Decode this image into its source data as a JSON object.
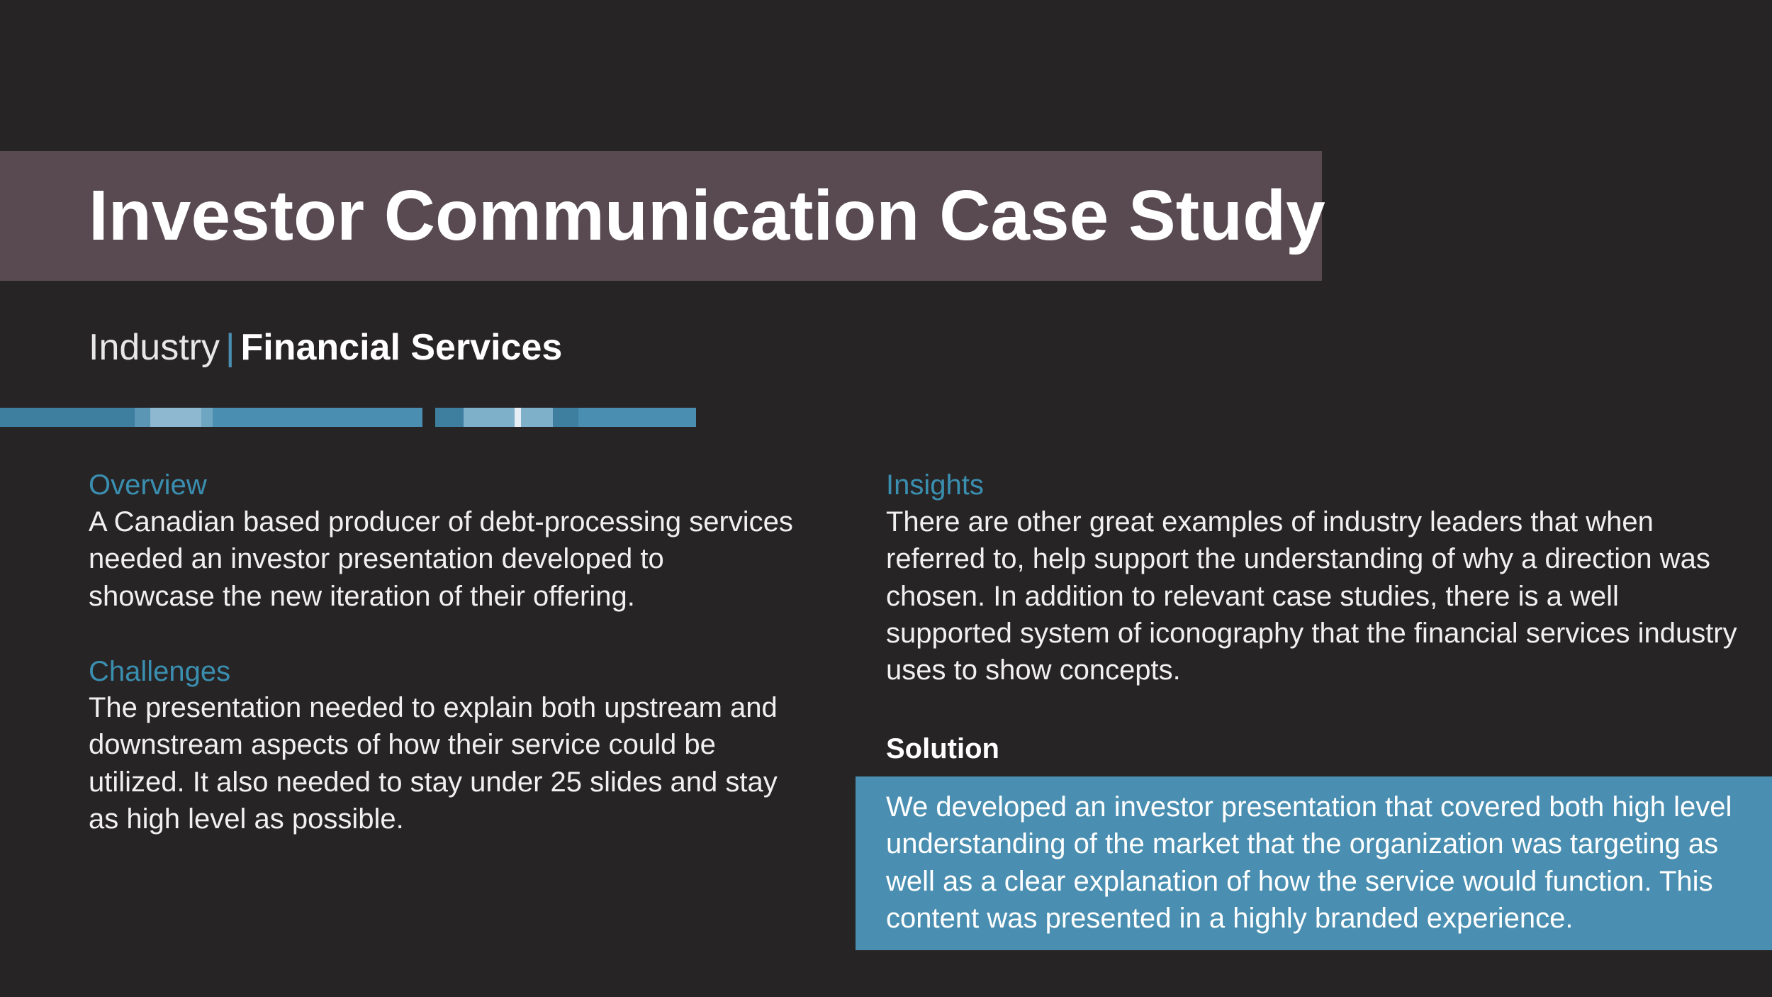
{
  "slide": {
    "title": "Investor Communication Case Study",
    "industry_label": "Industry",
    "industry_separator": "|",
    "industry_value": "Financial Services"
  },
  "colors": {
    "background": "#272425",
    "title_band": "#594a51",
    "accent_blue": "#4a8fb1",
    "section_heading": "#3a8fb0"
  },
  "overview": {
    "heading": "Overview",
    "lines": [
      "A Canadian based producer of debt-processing services",
      "needed an investor presentation developed to",
      "showcase the new iteration of their offering."
    ]
  },
  "challenges": {
    "heading": "Challenges",
    "lines": [
      "The presentation needed to explain both upstream and",
      "downstream aspects of how their service could be",
      "utilized. It also needed to stay under 25 slides and stay",
      "as high level as possible."
    ]
  },
  "insights": {
    "heading": "Insights",
    "lines": [
      "There are other great examples of industry leaders that when",
      "referred to, help support the understanding of why a direction was",
      "chosen. In addition to relevant case studies, there is a well",
      "supported system of iconography that the financial services industry",
      "uses to show concepts."
    ]
  },
  "solution": {
    "heading": "Solution",
    "lines": [
      "We developed an investor presentation that covered both high level",
      "understanding of the market that the organization was targeting as",
      "well as a clear explanation of how the service would function. This",
      "content was presented in a highly branded experience."
    ]
  }
}
